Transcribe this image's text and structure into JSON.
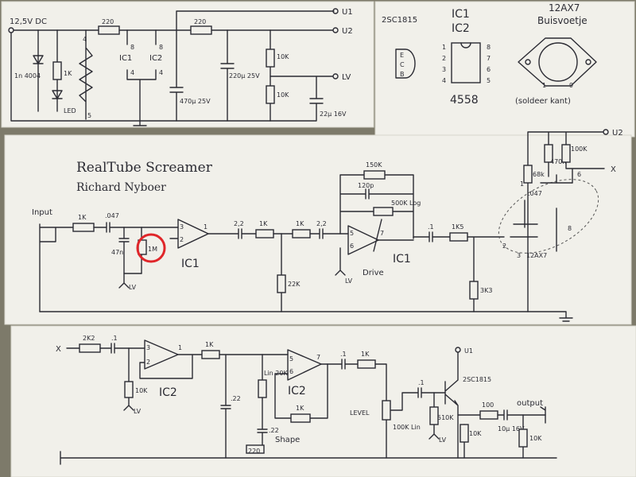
{
  "psu": {
    "supply": "12,5V DC",
    "diode": "1n 4004",
    "r_led": "1K",
    "led": "LED",
    "r_in": "220",
    "ic1": "IC1",
    "ic2": "IC2",
    "pin8": "8",
    "pin4": "4",
    "cap1": "470μ 25V",
    "r_mid": "220",
    "cap2": "220μ 25V",
    "r_div1": "10K",
    "r_div2": "10K",
    "cap3": "22μ 16V",
    "u1": "U1",
    "u2": "U2",
    "lv": "LV",
    "heater_a": "4",
    "heater_b": "5"
  },
  "parts": {
    "transistor": "2SC1815",
    "tr_pins": [
      "E",
      "C",
      "B"
    ],
    "ic_names": [
      "IC1",
      "IC2"
    ],
    "ic_pins_left": [
      "1",
      "2",
      "3",
      "4"
    ],
    "ic_pins_right": [
      "8",
      "7",
      "6",
      "5"
    ],
    "ic_type": "4558",
    "tube": "12AX7",
    "tube_socket": "Buisvoetje",
    "tube_pin_a": "1",
    "tube_pin_b": "9",
    "solder_side": "(soldeer kant)"
  },
  "main": {
    "title": "RealTube Screamer",
    "author": "Richard Nyboer",
    "input": "Input",
    "r1": "1K",
    "c1": ".047",
    "c_gnd": "47n",
    "r_circled": "1M",
    "lv1": "LV",
    "ic1_label": "IC1",
    "c2": "2,2",
    "r2": "1K",
    "r3": "1K",
    "c3": "2,2",
    "r_gnd": "22K",
    "r_fb": "150K",
    "c_fb": "120p",
    "pot_drive": "500K Log",
    "drive": "Drive",
    "lv2": "LV",
    "ic1b_label": "IC1",
    "c4": ".1",
    "r4": "1K5",
    "r5": "3K3",
    "r_plate": "470K",
    "r_68": "68k",
    "c_tube": ".047",
    "r_100": "100K",
    "u2": "U2",
    "x": "X",
    "tube": "12AX7",
    "pin1": "1",
    "pin2": "2",
    "pin3": "3",
    "pin6": "6",
    "pin8": "8",
    "op_pins": [
      "1",
      "2",
      "3",
      "7",
      "5",
      "6"
    ]
  },
  "bottom": {
    "x": "X",
    "r1": "2K2",
    "c1": ".1",
    "r_gnd": "10K",
    "lv": "LV",
    "ic2_label": "IC2",
    "r2": "1K",
    "c_gnd": ".22",
    "pot_shape": "Lin 20K",
    "c2": ".22",
    "r_220": "220",
    "shape": "Shape",
    "ic2b_label": "IC2",
    "r_fb": "1K",
    "c3": ".1",
    "r3": "1K",
    "level": "LEVEL",
    "pot_level": "100K Lin",
    "c4": ".1",
    "transistor": "2SC1815",
    "r_510": "510K",
    "lv2": "LV",
    "r_10k": "10K",
    "r_100": "100",
    "c5": "10μ 16V",
    "r_out": "10K",
    "output": "output",
    "u1": "U1",
    "op_pins": [
      "1",
      "2",
      "3",
      "5",
      "6",
      "7"
    ]
  }
}
